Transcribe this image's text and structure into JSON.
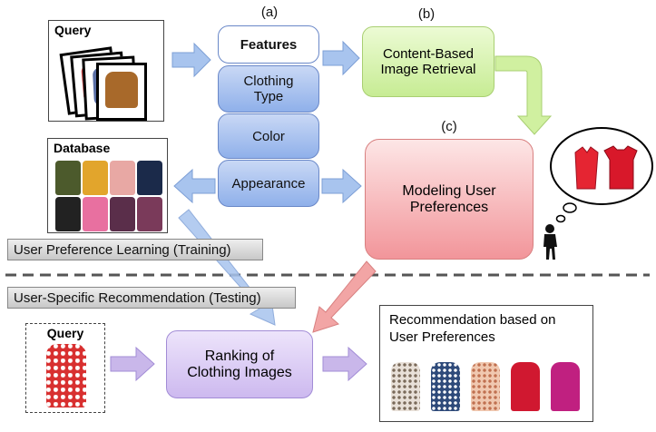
{
  "panel_labels": {
    "a": "(a)",
    "b": "(b)",
    "c": "(c)"
  },
  "query_top": "Query",
  "features": {
    "header": "Features",
    "items": [
      "Clothing Type",
      "Color",
      "Appearance"
    ]
  },
  "cbir": "Content-Based Image Retrieval",
  "database": "Database",
  "modeling": "Modeling User Preferences",
  "training_label": "User Preference Learning (Training)",
  "testing_label": "User-Specific Recommendation (Testing)",
  "query_bottom": "Query",
  "ranking": "Ranking of Clothing Images",
  "recommendation_title": "Recommendation based on User Preferences",
  "colors": {
    "feature_fill": "#a9c2f0",
    "feature_border": "#6a88c8",
    "cbir_fill": "#d8f2a8",
    "modeling_fill": "#f4a0a4",
    "ranking_fill": "#d5c5ef",
    "arrow_blue": "#a8c4ee",
    "arrow_pink": "#f2a5a5",
    "arrow_green": "#d0f0a0",
    "arrow_purple": "#c9b7ea"
  }
}
